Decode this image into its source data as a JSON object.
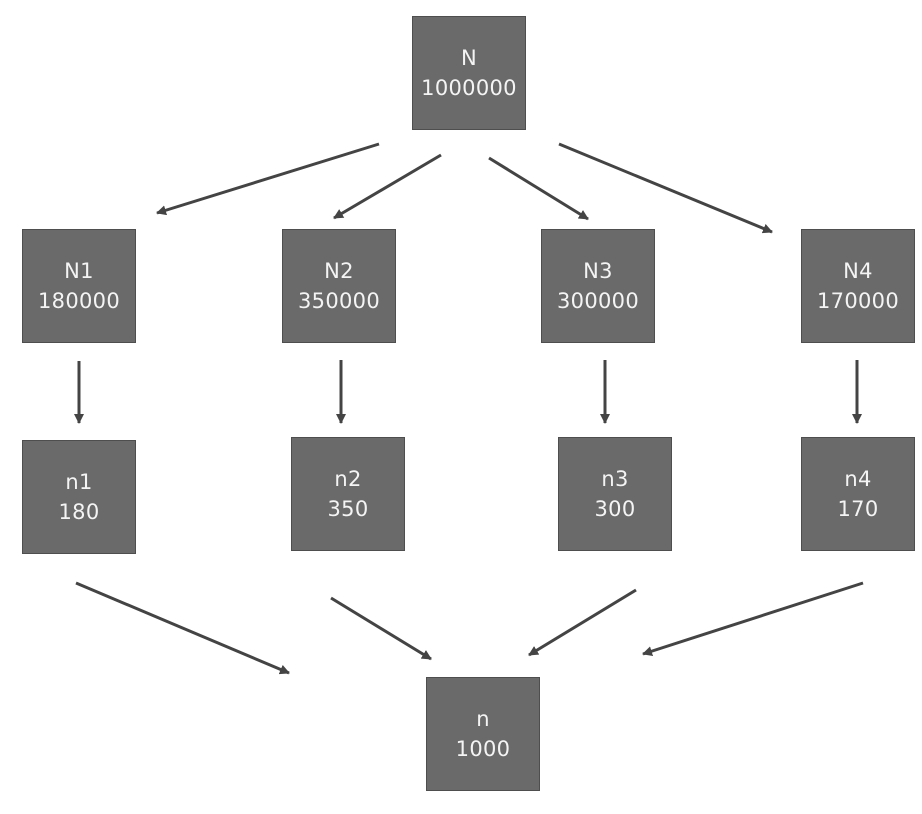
{
  "diagram": {
    "colors": {
      "node_fill": "#6a6a6a",
      "node_text": "#f4f4f4",
      "arrow": "#444444"
    },
    "nodes": {
      "root": {
        "name": "N",
        "value": "1000000"
      },
      "N1": {
        "name": "N1",
        "value": "180000"
      },
      "N2": {
        "name": "N2",
        "value": "350000"
      },
      "N3": {
        "name": "N3",
        "value": "300000"
      },
      "N4": {
        "name": "N4",
        "value": "170000"
      },
      "n1": {
        "name": "n1",
        "value": "180"
      },
      "n2": {
        "name": "n2",
        "value": "350"
      },
      "n3": {
        "name": "n3",
        "value": "300"
      },
      "n4": {
        "name": "n4",
        "value": "170"
      },
      "bottom": {
        "name": "n",
        "value": "1000"
      }
    },
    "edges": [
      {
        "from": "root",
        "to": "N1"
      },
      {
        "from": "root",
        "to": "N2"
      },
      {
        "from": "root",
        "to": "N3"
      },
      {
        "from": "root",
        "to": "N4"
      },
      {
        "from": "N1",
        "to": "n1"
      },
      {
        "from": "N2",
        "to": "n2"
      },
      {
        "from": "N3",
        "to": "n3"
      },
      {
        "from": "N4",
        "to": "n4"
      },
      {
        "from": "n1",
        "to": "bottom"
      },
      {
        "from": "n2",
        "to": "bottom"
      },
      {
        "from": "n3",
        "to": "bottom"
      },
      {
        "from": "n4",
        "to": "bottom"
      }
    ]
  }
}
